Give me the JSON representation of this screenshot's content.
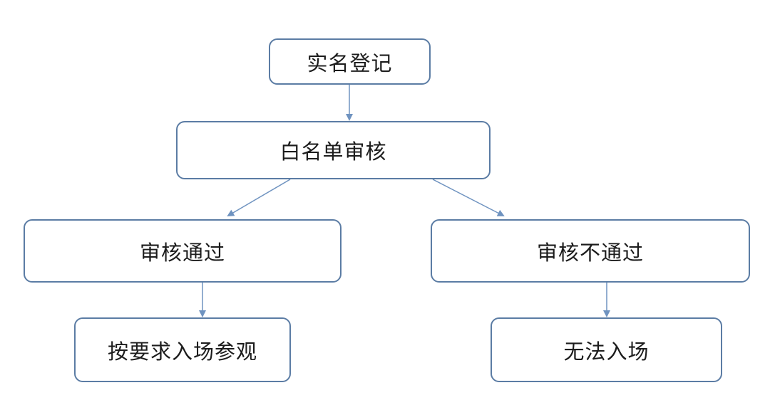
{
  "diagram": {
    "nodes": {
      "register": "实名登记",
      "whitelist_review": "白名单审核",
      "review_pass": "审核通过",
      "review_fail": "审核不通过",
      "visit": "按要求入场参观",
      "no_entry": "无法入场"
    }
  },
  "colors": {
    "node_border": "#5b7ca4",
    "edge": "#6f93c0",
    "text": "#1c1c1c"
  }
}
